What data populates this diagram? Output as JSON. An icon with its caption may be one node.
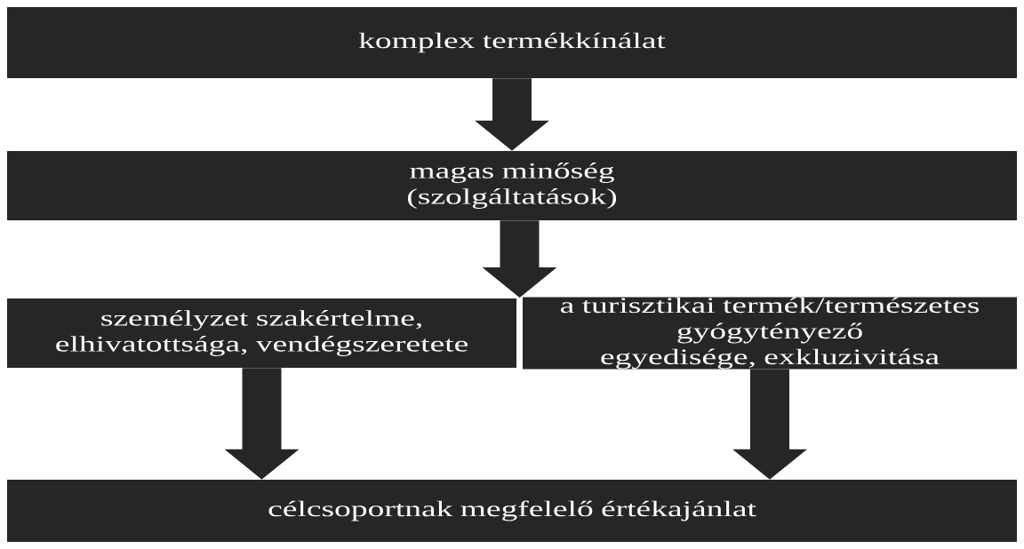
{
  "diagram": {
    "nodes": [
      {
        "text": [
          "komplex termékkínálat"
        ]
      },
      {
        "text": [
          "magas minőség (szolgáltatások)"
        ]
      },
      {
        "text": [
          "személyzet szakértelme, elhivatottsága, vendégszeretete"
        ]
      },
      {
        "text": [
          "a turisztikai termék/természetes gyógytényező egyedisége, exkluzivitása"
        ]
      },
      {
        "text": [
          "célcsoportnak megfelelő értékajánlat"
        ]
      }
    ],
    "edges": [
      {
        "from": 0,
        "to": 1,
        "arrow": "to"
      },
      {
        "from": 1,
        "to": 2,
        "arrow": "to"
      },
      {
        "from": 1,
        "to": 3,
        "arrow": "to"
      },
      {
        "from": 2,
        "to": 4,
        "arrow": "to"
      },
      {
        "from": 3,
        "to": 4,
        "arrow": "to"
      }
    ]
  }
}
